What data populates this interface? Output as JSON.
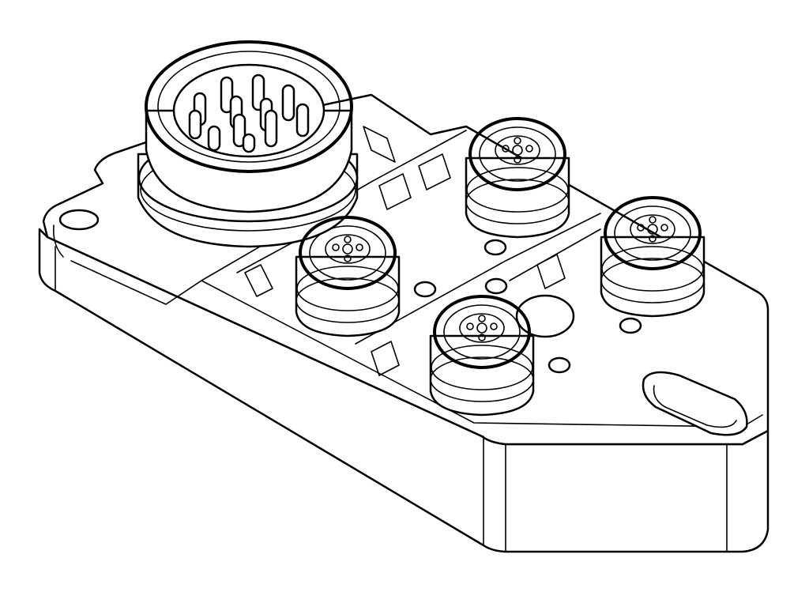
{
  "drawing": {
    "subject": "",
    "line_color": "#000000",
    "background_color": "#ffffff",
    "components": [
      "main-connector",
      "m12-port",
      "m12-port",
      "m12-port",
      "m12-port",
      "led-indicator",
      "mounting-hole"
    ]
  }
}
